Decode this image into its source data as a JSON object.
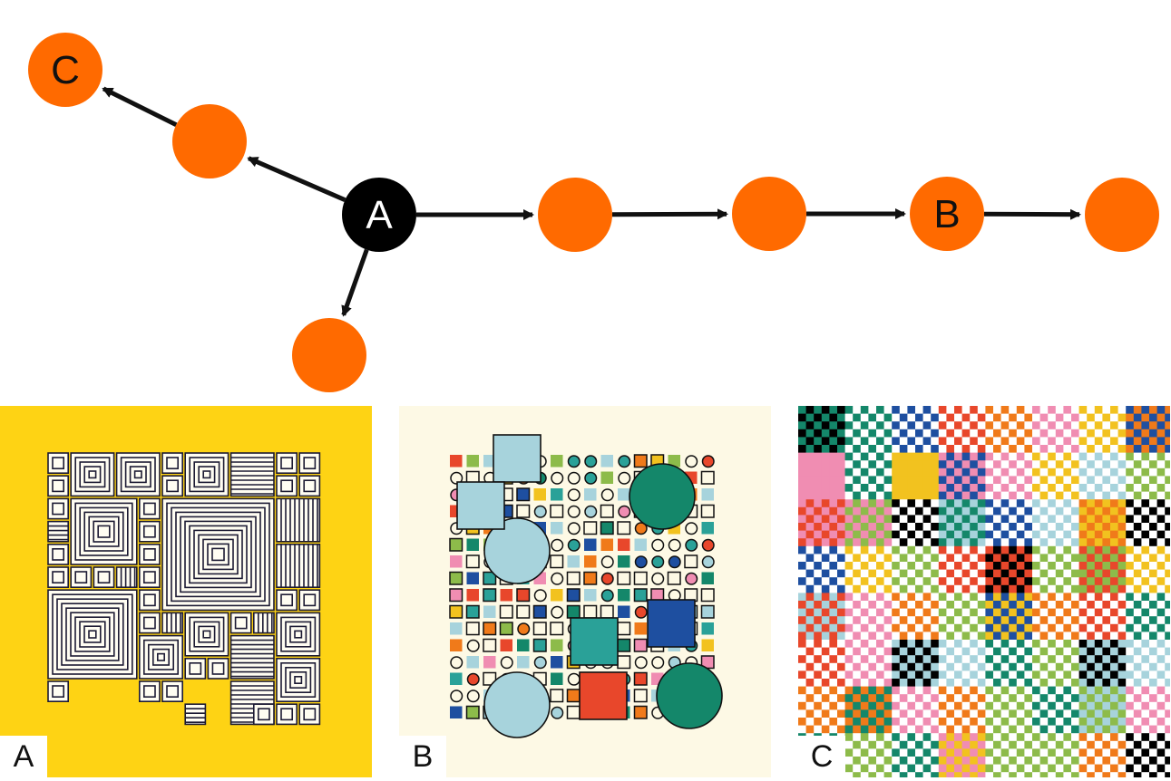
{
  "graph": {
    "node_color": "#ff6a00",
    "start_color": "#000000",
    "edge_color": "#111111",
    "nodes": [
      {
        "id": "A",
        "label": "A",
        "role": "start"
      },
      {
        "id": "n1",
        "label": "",
        "role": "normal"
      },
      {
        "id": "C",
        "label": "C",
        "role": "normal"
      },
      {
        "id": "n2",
        "label": "",
        "role": "normal"
      },
      {
        "id": "n3",
        "label": "",
        "role": "normal"
      },
      {
        "id": "n4",
        "label": "",
        "role": "normal"
      },
      {
        "id": "B",
        "label": "B",
        "role": "normal"
      },
      {
        "id": "n5",
        "label": "",
        "role": "normal"
      }
    ],
    "edges": [
      {
        "from": "A",
        "to": "n1"
      },
      {
        "from": "n1",
        "to": "C"
      },
      {
        "from": "A",
        "to": "n2"
      },
      {
        "from": "A",
        "to": "n3"
      },
      {
        "from": "n3",
        "to": "n4"
      },
      {
        "from": "n4",
        "to": "B"
      },
      {
        "from": "B",
        "to": "n5"
      }
    ]
  },
  "panels": [
    {
      "id": "A",
      "label": "A",
      "background": "#fed314",
      "style": "concentric-squares",
      "stroke": "#1c1a33"
    },
    {
      "id": "B",
      "label": "B",
      "background": "#fdf9e5",
      "style": "shapes-grid",
      "palette": [
        "#a7d3dc",
        "#14876a",
        "#e8472b",
        "#1e4fa0",
        "#f2c21f",
        "#8dbb4a",
        "#f08db2",
        "#2aa198",
        "#f07a1a"
      ]
    },
    {
      "id": "C",
      "label": "C",
      "background": "#ffffff",
      "style": "checker-pixels",
      "palette": [
        "#1e4fa0",
        "#e8472b",
        "#14876a",
        "#a7d3dc",
        "#f08db2",
        "#000000",
        "#8dbb4a",
        "#f2c21f",
        "#f07a1a"
      ]
    }
  ]
}
